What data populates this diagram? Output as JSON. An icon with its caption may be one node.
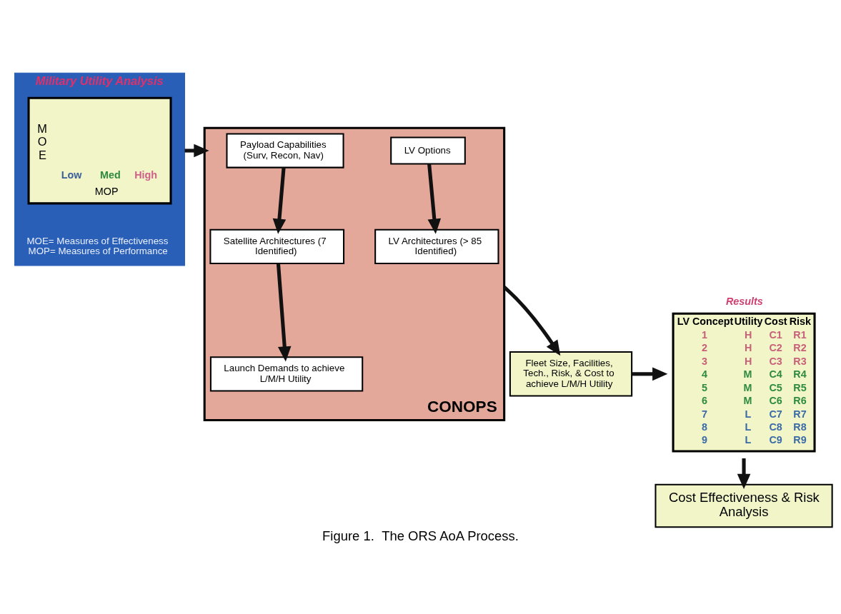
{
  "diagram": {
    "caption": "Figure 1.  The ORS AoA Process.",
    "nodes": [
      {
        "text": [
          "Military Utility Analysis",
          "MOE= Measures of Effectiveness MOP= Measures of Performance"
        ]
      },
      {
        "text": [
          "MOE",
          "Low",
          "Med",
          "High",
          "MOP"
        ],
        "in": 0
      },
      {
        "text": [
          "CONOPS"
        ]
      },
      {
        "text": [
          "Payload Capabilities (Surv, Recon, Nav)"
        ],
        "in": 2
      },
      {
        "text": [
          "Satellite Architectures (7 Identified)"
        ],
        "in": 2
      },
      {
        "text": [
          "Launch Demands to achieve L/M/H Utility"
        ],
        "in": 2
      },
      {
        "text": [
          "LV Options"
        ],
        "in": 2
      },
      {
        "text": [
          "LV Architectures (> 85 Identified)"
        ],
        "in": 2
      },
      {
        "text": [
          "Fleet Size, Facilities, Tech., Risk, & Cost to achieve L/M/H Utility"
        ]
      },
      {
        "text": [
          "Results",
          "LV Concept",
          "Utility",
          "Cost",
          "Risk",
          "1",
          "H",
          "C1",
          "R1",
          "2",
          "H",
          "C2",
          "R2",
          "3",
          "H",
          "C3",
          "R3",
          "4",
          "M",
          "C4",
          "R4",
          "5",
          "M",
          "C5",
          "R5",
          "6",
          "M",
          "C6",
          "R6",
          "7",
          "L",
          "C7",
          "R7",
          "8",
          "L",
          "C8",
          "R8",
          "9",
          "L",
          "C9",
          "R9"
        ]
      },
      {
        "text": [
          "Cost Effectiveness & Risk Analysis"
        ]
      }
    ],
    "edges": [
      {
        "from": 0,
        "to": 2,
        "arrow": "to"
      },
      {
        "from": 3,
        "to": 4,
        "arrow": "to"
      },
      {
        "from": 4,
        "to": 5,
        "arrow": "to"
      },
      {
        "from": 6,
        "to": 7,
        "arrow": "to"
      },
      {
        "from": 2,
        "to": 8,
        "arrow": "to"
      },
      {
        "from": 8,
        "to": 9,
        "arrow": "to"
      },
      {
        "from": 9,
        "to": 10,
        "arrow": "to"
      }
    ]
  }
}
